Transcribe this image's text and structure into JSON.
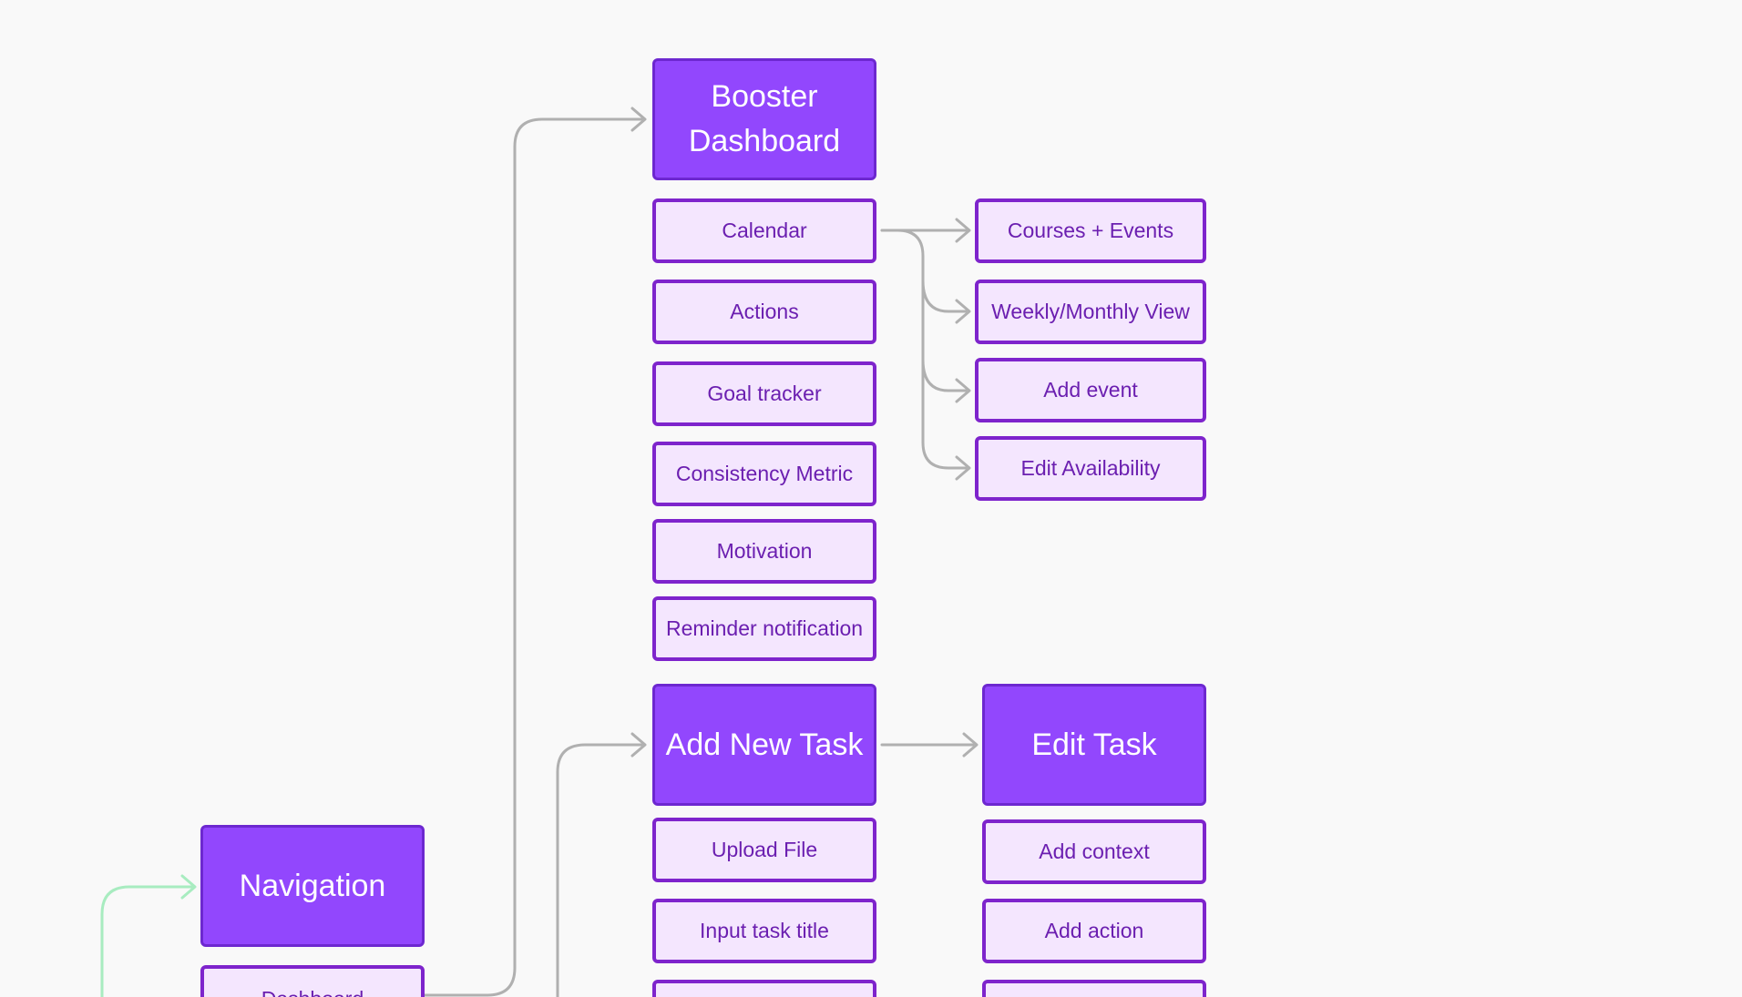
{
  "diagram": {
    "booster": {
      "title": "Booster Dashboard",
      "items": [
        "Calendar",
        "Actions",
        "Goal tracker",
        "Consistency Metric",
        "Motivation",
        "Reminder notification"
      ]
    },
    "calendar_branch": {
      "items": [
        "Courses + Events",
        "Weekly/Monthly View",
        "Add event",
        "Edit Availability"
      ]
    },
    "add_new_task": {
      "title": "Add New Task",
      "items": [
        "Upload File",
        "Input task title"
      ]
    },
    "edit_task": {
      "title": "Edit Task",
      "items": [
        "Add context",
        "Add action"
      ]
    },
    "navigation": {
      "title": "Navigation",
      "items": [
        "Dashboard"
      ]
    }
  },
  "colors": {
    "header_fill": "#9247fd",
    "header_border": "#6d28d0",
    "child_fill": "#f4e6fe",
    "child_border": "#7e24cc",
    "child_text": "#6b1fb0",
    "connector_gray": "#b0b0b0",
    "connector_green": "#a8ecc0",
    "background": "#f9f9f9"
  }
}
